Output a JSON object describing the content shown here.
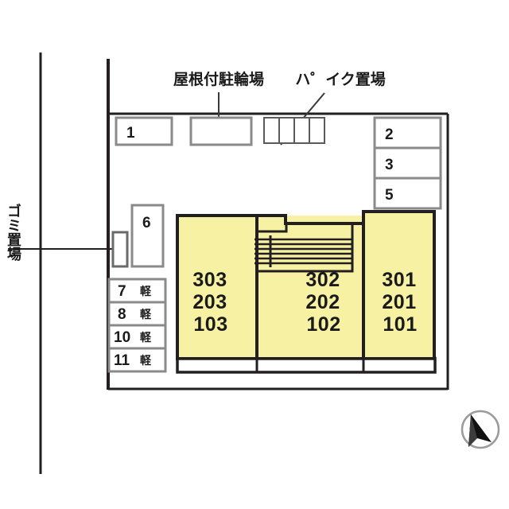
{
  "diagram": {
    "title": "apartment-site-layout",
    "colors": {
      "unit_fill": "#F7F1A3",
      "outline": "#231f20",
      "stall_border": "#808080",
      "background": "#ffffff",
      "road_line": "#231f20"
    }
  },
  "annotations": {
    "bicycle_parking": "屋根付駐輪場",
    "motorcycle_parking": "ハ゜イク置場",
    "garbage_area": "ゴミ置場"
  },
  "parking": {
    "top_row": [
      {
        "id": "stall-1",
        "number": "1"
      }
    ],
    "right_column": [
      {
        "id": "stall-2",
        "number": "2"
      },
      {
        "id": "stall-3",
        "number": "3"
      },
      {
        "id": "stall-5",
        "number": "5"
      }
    ],
    "left_single": [
      {
        "id": "stall-6",
        "number": "6"
      }
    ],
    "left_column": [
      {
        "id": "stall-7",
        "number": "7",
        "kei": "軽"
      },
      {
        "id": "stall-8",
        "number": "8",
        "kei": "軽"
      },
      {
        "id": "stall-10",
        "number": "10",
        "kei": "軽"
      },
      {
        "id": "stall-11",
        "number": "11",
        "kei": "軽"
      }
    ]
  },
  "building": {
    "blocks": [
      {
        "id": "block-west",
        "units": [
          "303",
          "203",
          "103"
        ]
      },
      {
        "id": "block-center",
        "units": [
          "302",
          "202",
          "102"
        ]
      },
      {
        "id": "block-east",
        "units": [
          "301",
          "201",
          "101"
        ]
      }
    ]
  },
  "compass": {
    "name": "north-arrow"
  }
}
